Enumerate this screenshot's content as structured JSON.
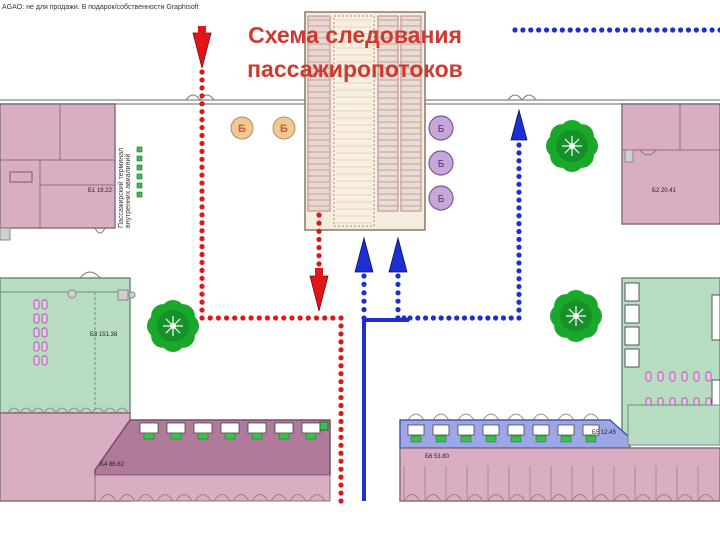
{
  "watermark": "AGAO: не для продажи. В подарок/собственности Graphisoft",
  "title": {
    "line1": "Схема следования",
    "line2": "пассажиропотоков"
  },
  "colors": {
    "title": "#d0392f",
    "arrival_flow": "#e0161a",
    "departure_flow": "#1d2fd0",
    "room_pink": "#d9aec3",
    "room_green": "#b7dcc1",
    "zone_mauve": "#b07a9a",
    "zone_blue": "#9da7e8",
    "kiosk_orange": "#f0c896",
    "kiosk_purple": "#c7a7d8",
    "tree_green": "#1aa82a"
  },
  "legend_glyphs": {
    "kiosk_letter_left": "Б",
    "kiosk_letter_right": "Б",
    "column_letters": [
      "Б",
      "Б",
      "Б"
    ]
  },
  "vertical_label": "Пассажирский терминал внутренних авиалиний",
  "room_tags": {
    "top_left": "Б1 19.22",
    "top_right": "Б2 20.41",
    "mid_left": "Б3 151.38",
    "bottom_left": "Б4 86.62",
    "bottom_right": "Б5 12.45",
    "bottom_center": "Б6 53.80"
  },
  "icons": {
    "trees": [
      "tree-icon",
      "tree-icon",
      "tree-icon"
    ],
    "arrows": [
      "arrow-down-icon",
      "arrow-down-icon",
      "arrow-up-icon",
      "arrow-up-icon",
      "arrow-up-icon"
    ]
  }
}
